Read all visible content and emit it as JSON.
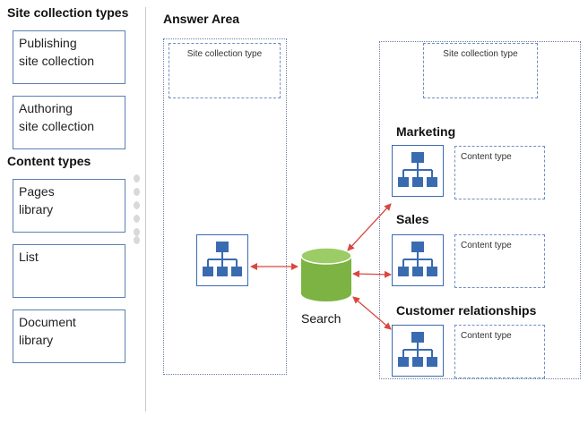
{
  "left_panel": {
    "site_heading": "Site collection types",
    "site_tiles": [
      {
        "line1": "Publishing",
        "line2": "site collection"
      },
      {
        "line1": "Authoring",
        "line2": "site collection"
      }
    ],
    "content_heading": "Content types",
    "content_tiles": [
      {
        "line1": "Pages",
        "line2": "library"
      },
      {
        "line1": "List",
        "line2": ""
      },
      {
        "line1": "Document",
        "line2": "library"
      }
    ]
  },
  "answer_area": {
    "title": "Answer Area",
    "left_slot": "Site collection type",
    "right_slot": "Site collection type",
    "search_label": "Search",
    "sites": [
      {
        "name": "Marketing",
        "slot": "Content type"
      },
      {
        "name": "Sales",
        "slot": "Content type"
      },
      {
        "name": "Customer relationships",
        "slot": "Content type"
      }
    ]
  },
  "colors": {
    "icon_blue": "#3a6bb0",
    "search_green": "#7cb342",
    "arrow_red": "#d9473f"
  }
}
